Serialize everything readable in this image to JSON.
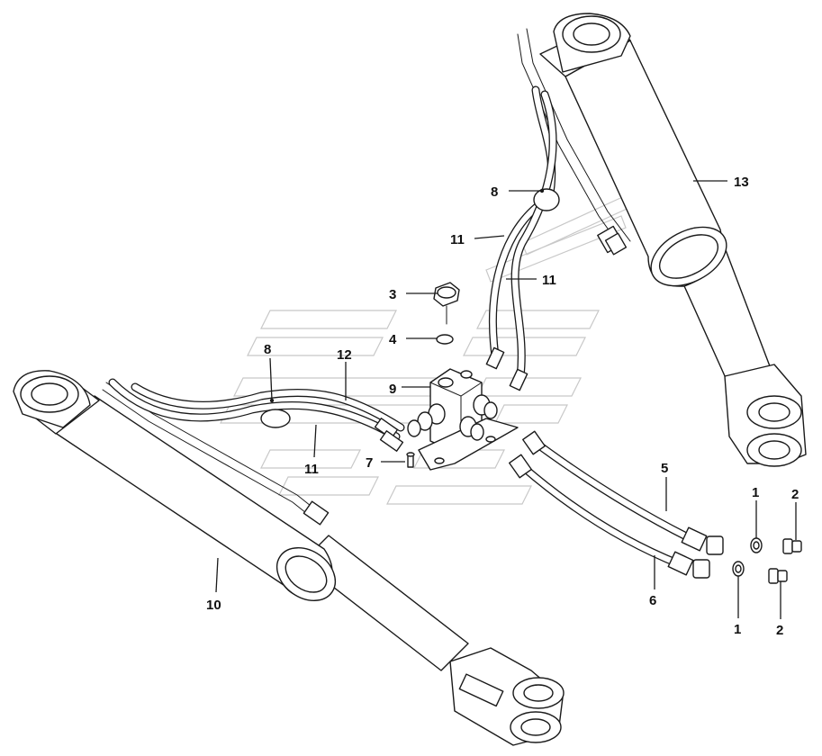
{
  "callouts": [
    {
      "id": "c1a",
      "label": "1"
    },
    {
      "id": "c1b",
      "label": "1"
    },
    {
      "id": "c2a",
      "label": "2"
    },
    {
      "id": "c2b",
      "label": "2"
    },
    {
      "id": "c3",
      "label": "3"
    },
    {
      "id": "c4",
      "label": "4"
    },
    {
      "id": "c5",
      "label": "5"
    },
    {
      "id": "c6",
      "label": "6"
    },
    {
      "id": "c7",
      "label": "7"
    },
    {
      "id": "c8a",
      "label": "8"
    },
    {
      "id": "c8b",
      "label": "8"
    },
    {
      "id": "c9",
      "label": "9"
    },
    {
      "id": "c10",
      "label": "10"
    },
    {
      "id": "c11a",
      "label": "11"
    },
    {
      "id": "c11b",
      "label": "11"
    },
    {
      "id": "c11c",
      "label": "11"
    },
    {
      "id": "c12",
      "label": "12"
    },
    {
      "id": "c13",
      "label": "13"
    }
  ],
  "colors": {
    "line": "#1a1a1a",
    "watermark": "#c8c8c8",
    "background": "#ffffff"
  }
}
